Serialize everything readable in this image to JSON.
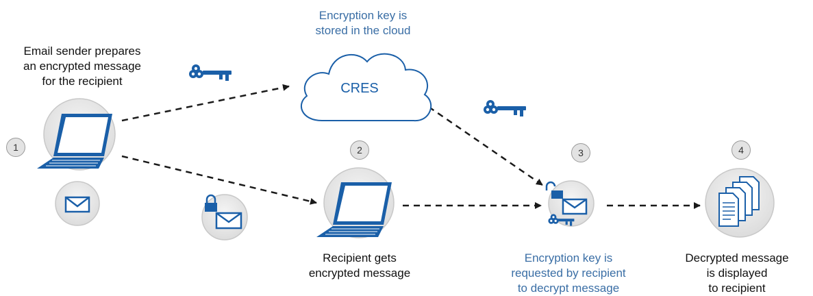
{
  "sender_caption": [
    "Email sender prepares",
    "an encrypted message",
    "for the recipient"
  ],
  "cloud_caption": [
    "Encryption key is",
    "stored in the cloud"
  ],
  "cloud_label": "CRES",
  "recipient_caption": [
    "Recipient gets",
    "encrypted message"
  ],
  "key_request_caption": [
    "Encryption key is",
    "requested by recipient",
    "to decrypt message"
  ],
  "decrypted_caption": [
    "Decrypted message",
    "is displayed",
    "to recipient"
  ],
  "steps": [
    "1",
    "2",
    "3",
    "4"
  ],
  "colors": {
    "accent": "#1a5fa8",
    "caption_blue": "#3a6ea5",
    "circle_fill": "#e6e6e6",
    "circle_stroke": "#c4c4c4",
    "arrow": "#1a1a1a"
  }
}
